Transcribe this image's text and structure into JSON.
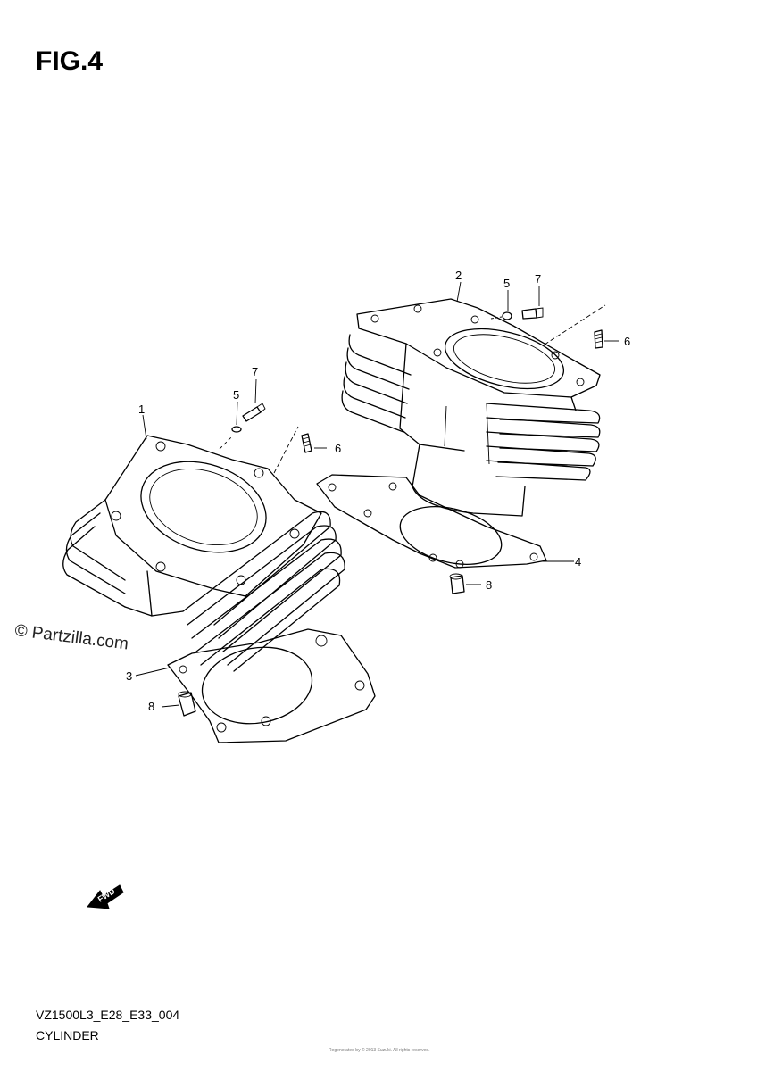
{
  "figure": {
    "title": "FIG.4"
  },
  "watermark": {
    "text": "© Partzilla.com"
  },
  "callouts": {
    "c1": "1",
    "c2": "2",
    "c3": "3",
    "c4": "4",
    "c5a": "5",
    "c5b": "5",
    "c6a": "6",
    "c6b": "6",
    "c7a": "7",
    "c7b": "7",
    "c8a": "8",
    "c8b": "8"
  },
  "direction_badge": {
    "label": "FWD",
    "icon": "fwd-arrow-icon"
  },
  "footer": {
    "code": "VZ1500L3_E28_E33_004",
    "name": "CYLINDER",
    "tiny": "Regenerated by © 2013 Suzuki. All rights reserved."
  }
}
